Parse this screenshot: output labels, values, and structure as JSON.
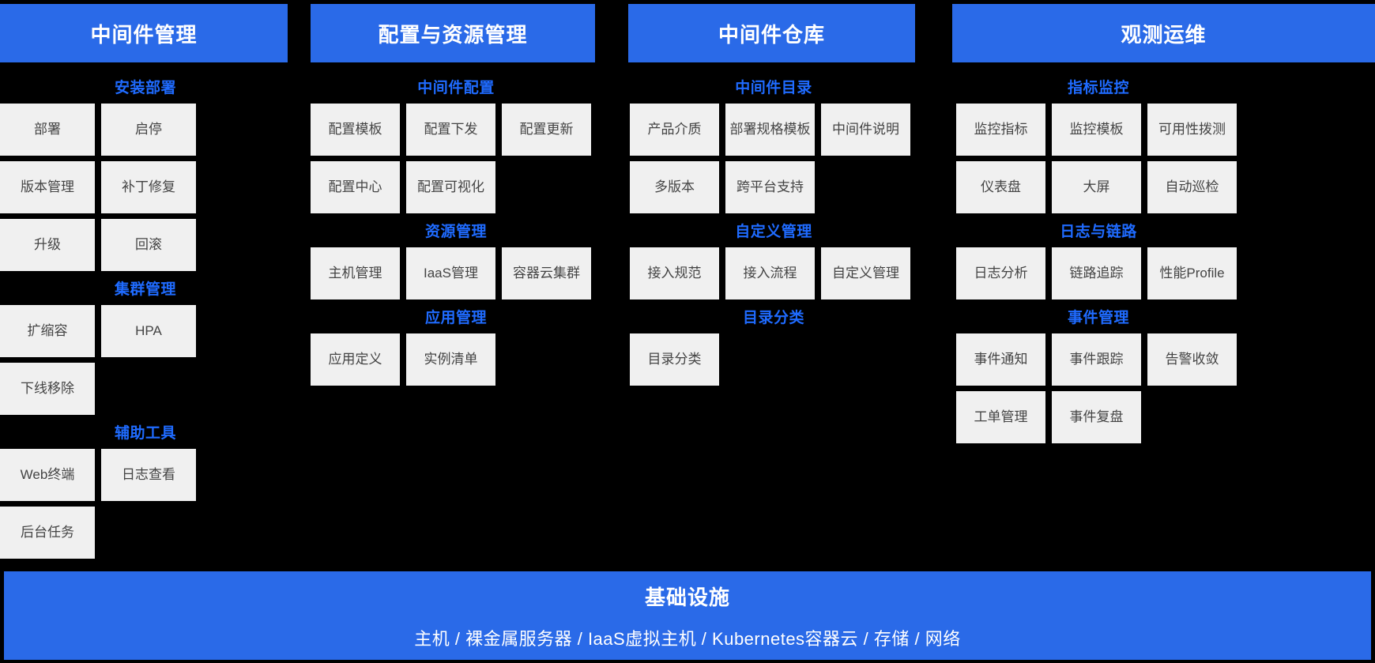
{
  "colors": {
    "brand_blue": "#2a6ae8",
    "group_title_blue": "#1f6bff",
    "background": "#000000",
    "tile_bg": "#f0f0f0",
    "tile_text": "#444444"
  },
  "pillars": [
    {
      "title": "中间件管理",
      "groups": [
        {
          "title": "安装部署",
          "tiles": [
            "部署",
            "启停",
            "版本管理",
            "补丁修复",
            "升级",
            "回滚"
          ]
        },
        {
          "title": "集群管理",
          "tiles": [
            "扩缩容",
            "HPA",
            "下线移除"
          ]
        },
        {
          "title": "辅助工具",
          "tiles": [
            "Web终端",
            "日志查看",
            "后台任务"
          ]
        }
      ]
    },
    {
      "title": "配置与资源管理",
      "groups": [
        {
          "title": "中间件配置",
          "tiles": [
            "配置模板",
            "配置下发",
            "配置更新",
            "配置中心",
            "配置可视化"
          ]
        },
        {
          "title": "资源管理",
          "tiles": [
            "主机管理",
            "IaaS管理",
            "容器云集群"
          ]
        },
        {
          "title": "应用管理",
          "tiles": [
            "应用定义",
            "实例清单"
          ]
        }
      ]
    },
    {
      "title": "中间件仓库",
      "groups": [
        {
          "title": "中间件目录",
          "tiles": [
            "产品介质",
            "部署规格模板",
            "中间件说明",
            "多版本",
            "跨平台支持"
          ]
        },
        {
          "title": "自定义管理",
          "tiles": [
            "接入规范",
            "接入流程",
            "自定义管理"
          ]
        },
        {
          "title": "目录分类",
          "tiles": [
            "目录分类"
          ]
        }
      ]
    },
    {
      "title": "观测运维",
      "groups": [
        {
          "title": "指标监控",
          "tiles": [
            "监控指标",
            "监控模板",
            "可用性拨测",
            "仪表盘",
            "大屏",
            "自动巡检"
          ]
        },
        {
          "title": "日志与链路",
          "tiles": [
            "日志分析",
            "链路追踪",
            "性能Profile"
          ]
        },
        {
          "title": "事件管理",
          "tiles": [
            "事件通知",
            "事件跟踪",
            "告警收敛",
            "工单管理",
            "事件复盘"
          ]
        }
      ]
    }
  ],
  "infrastructure": {
    "title": "基础设施",
    "description": "主机 / 裸金属服务器 / IaaS虚拟主机 / Kubernetes容器云 / 存储 / 网络"
  }
}
